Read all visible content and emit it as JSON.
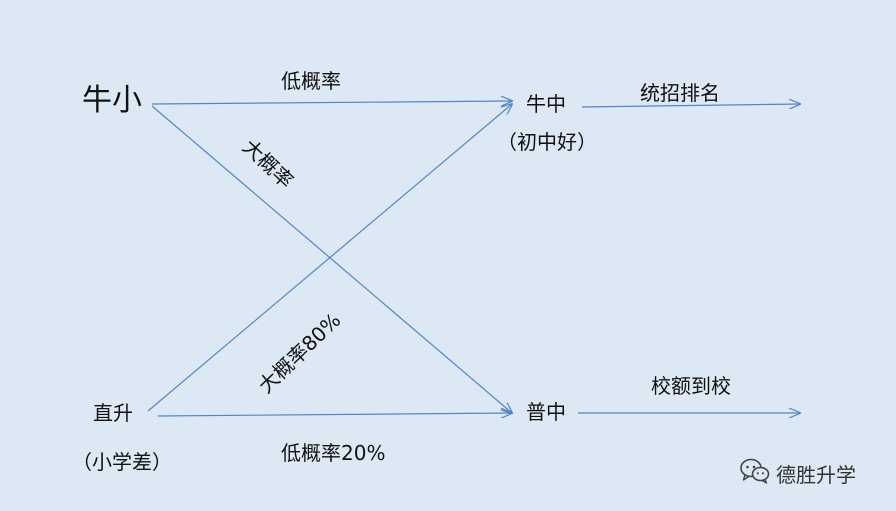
{
  "nodes": {
    "top_left": "牛小",
    "bottom_left": "直升",
    "bottom_left_note": "（小学差）",
    "top_middle": "牛中",
    "top_middle_note": "（初中好）",
    "bottom_middle": "普中"
  },
  "edges": {
    "top_straight": "低概率",
    "top_to_bottom": "大概率",
    "bottom_to_top": "大概率80%",
    "bottom_straight": "低概率20%",
    "top_out": "统招排名",
    "bottom_out": "校额到校"
  },
  "watermark": {
    "text": "德胜升学",
    "icon": "wechat-icon"
  },
  "colors": {
    "background": "#dce9f5",
    "arrow": "#4f86c6",
    "text": "#111111"
  }
}
